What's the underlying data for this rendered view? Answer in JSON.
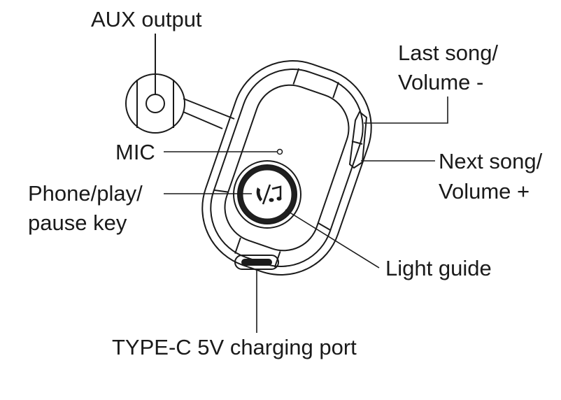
{
  "labels": {
    "aux_output": "AUX output",
    "last_song_line1": "Last song/",
    "last_song_line2": "Volume -",
    "mic": "MIC",
    "next_song_line1": "Next song/",
    "next_song_line2": "Volume +",
    "phone_key_line1": "Phone/play/",
    "phone_key_line2": "pause key",
    "light_guide": "Light guide",
    "charging_port": "TYPE-C 5V charging port"
  },
  "icons": {
    "center_button": "phone-music-icon",
    "aux_port": "jack-port-icon",
    "usb_port": "usb-c-port-icon"
  },
  "colors": {
    "stroke": "#1a1a1a",
    "background": "#ffffff"
  }
}
